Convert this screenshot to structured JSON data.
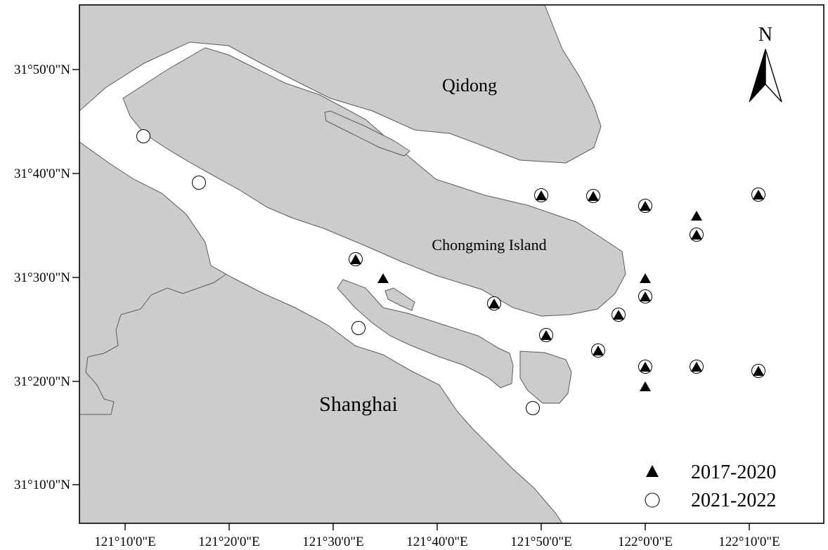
{
  "places": {
    "qidong": "Qidong",
    "chongming": "Chongming Island",
    "shanghai": "Shanghai"
  },
  "north_arrow": {
    "label": "N"
  },
  "axes": {
    "x_ticks": [
      "121°10'0\"E",
      "121°20'0\"E",
      "121°30'0\"E",
      "121°40'0\"E",
      "121°50'0\"E",
      "122°0'0\"E",
      "122°10'0\"E"
    ],
    "y_ticks": [
      "31°50'0\"N",
      "31°40'0\"N",
      "31°30'0\"N",
      "31°20'0\"N",
      "31°10'0\"N"
    ]
  },
  "legend": {
    "items": [
      {
        "symbol": "triangle",
        "label": "2017-2020"
      },
      {
        "symbol": "circle",
        "label": "2021-2022"
      }
    ]
  },
  "colors": {
    "land": "#cccccc",
    "water": "#ffffff",
    "outline": "#5a5a5a"
  }
}
